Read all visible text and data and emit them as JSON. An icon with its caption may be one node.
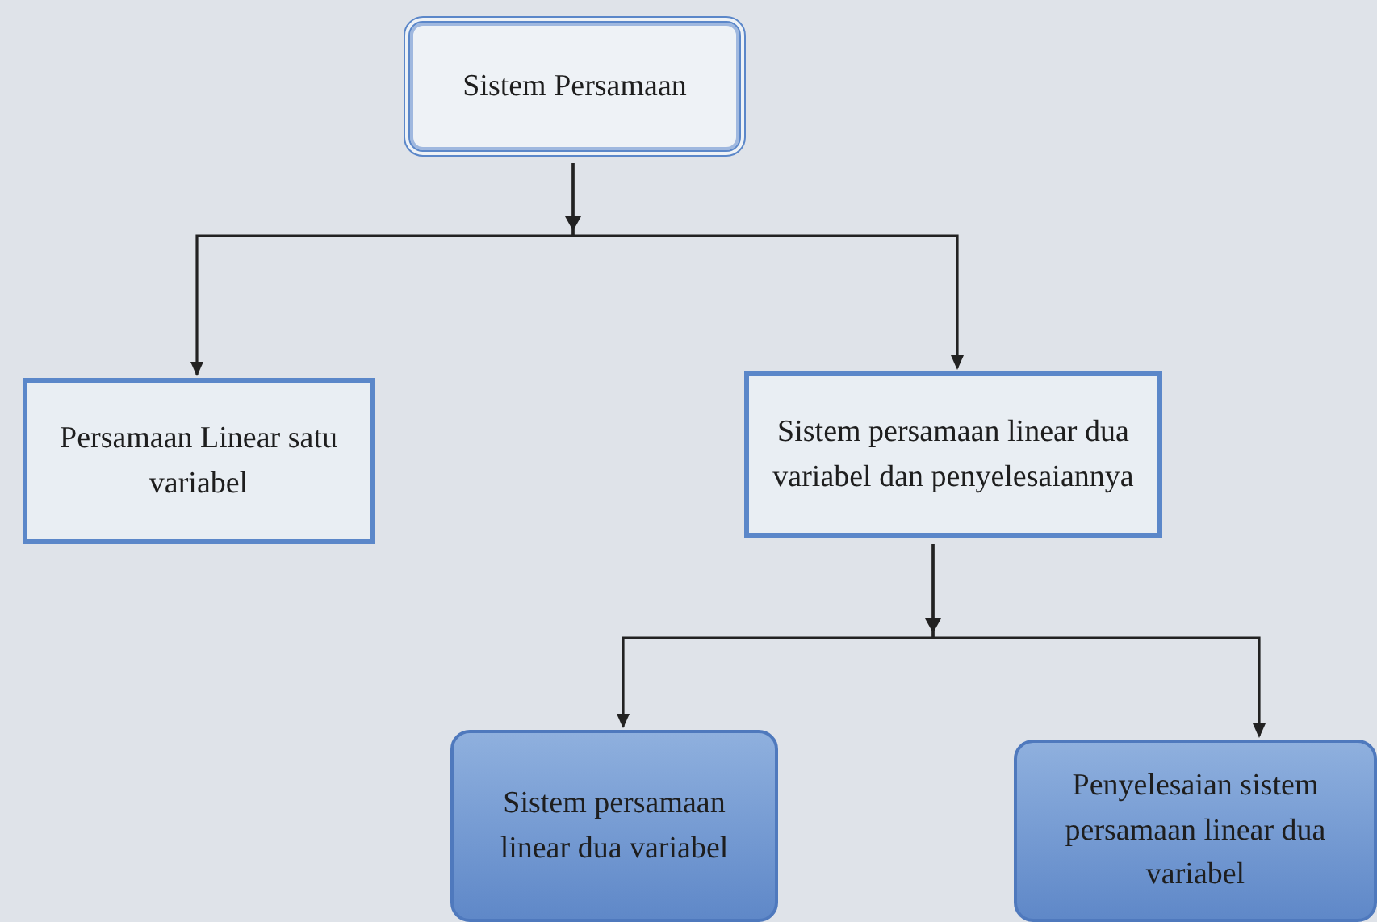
{
  "diagram": {
    "nodes": [
      {
        "text": [
          "Sistem Persamaan"
        ]
      },
      {
        "text": [
          "Persamaan Linear satu variabel"
        ]
      },
      {
        "text": [
          "Sistem persamaan linear dua variabel dan penyelesaiannya"
        ]
      },
      {
        "text": [
          "Sistem persamaan linear dua variabel"
        ]
      },
      {
        "text": [
          "Penyelesaian sistem persamaan linear dua variabel"
        ]
      }
    ],
    "edges": [
      {
        "from": 0,
        "to": 1,
        "arrow": "to"
      },
      {
        "from": 0,
        "to": 2,
        "arrow": "to"
      },
      {
        "from": 2,
        "to": 3,
        "arrow": "to"
      },
      {
        "from": 2,
        "to": 4,
        "arrow": "to"
      }
    ]
  }
}
